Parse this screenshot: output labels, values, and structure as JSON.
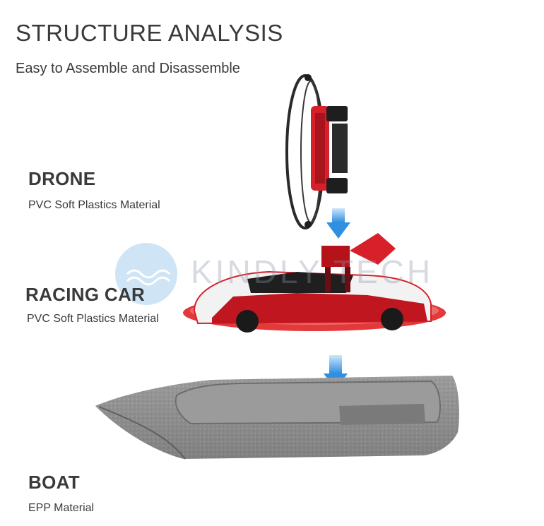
{
  "header": {
    "title": "STRUCTURE ANALYSIS",
    "subtitle": "Easy to Assemble and Disassemble"
  },
  "parts": {
    "drone": {
      "name": "DRONE",
      "material": "PVC Soft Plastics Material"
    },
    "car": {
      "name": "RACING CAR",
      "material": "PVC Soft Plastics Material"
    },
    "boat": {
      "name": "BOAT",
      "material": "EPP Material"
    }
  },
  "watermark": {
    "text": "KINDLY TECH"
  },
  "colors": {
    "accent_red": "#d8202a",
    "arrow_blue": "#2f8fe0",
    "boat_gray": "#8e8e8e",
    "text": "#3a3a3a"
  },
  "icons": [
    "drone-icon",
    "racing-car-icon",
    "boat-icon",
    "down-arrow-icon",
    "watermark-logo-icon"
  ]
}
